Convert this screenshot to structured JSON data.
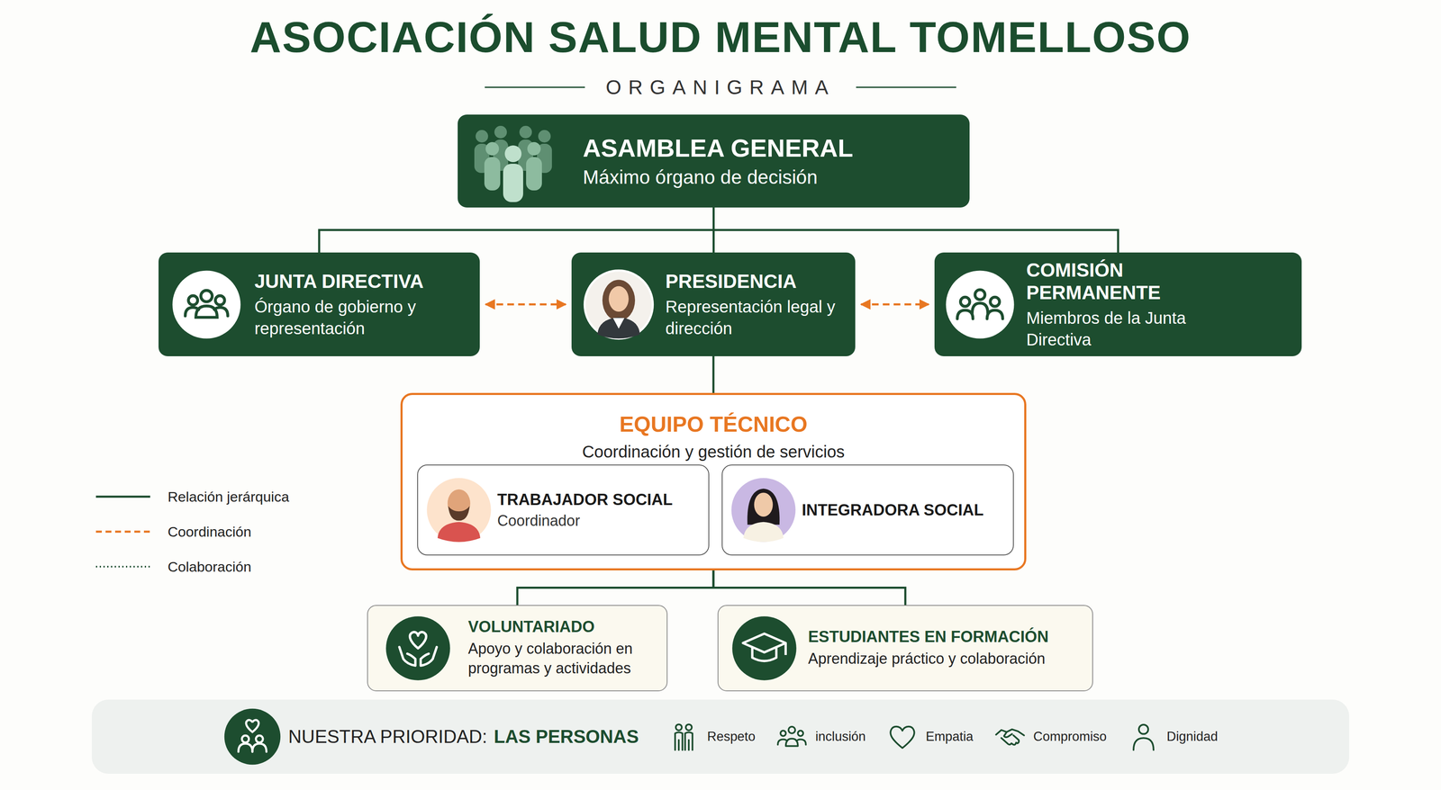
{
  "diagram": {
    "title": "ASOCIACIÓN SALUD MENTAL TOMELLOSO",
    "nodes": [
      {
        "text": [
          "ASAMBLEA GENERAL",
          "Máximo órgano de decisión"
        ]
      },
      {
        "text": [
          "JUNTA DIRECTIVA",
          "Órgano de gobierno y representación"
        ]
      },
      {
        "text": [
          "PRESIDENCIA",
          "Representación legal y dirección"
        ]
      },
      {
        "text": [
          "COMISIÓN PERMANENTE",
          "Miembros de la Junta Directiva"
        ]
      },
      {
        "text": [
          "EQUIPO TÉCNICO",
          "Coordinación y gestión de servicios"
        ]
      },
      {
        "text": [
          "TRABAJADOR SOCIAL",
          "Coordinador"
        ],
        "in": 4
      },
      {
        "text": [
          "INTEGRADORA SOCIAL"
        ],
        "in": 4
      },
      {
        "text": [
          "VOLUNTARIADO",
          "Apoyo y colaboración en programas y actividades"
        ]
      },
      {
        "text": [
          "ESTUDIANTES EN FORMACIÓN",
          "Aprendizaje práctico y colaboración"
        ]
      },
      {
        "text": [
          "NUESTRA PRIORIDAD:",
          "LAS PERSONAS",
          "Respeto",
          "inclusión",
          "Empatia",
          "Compromiso",
          "Dignidad"
        ]
      }
    ],
    "edges": [
      {
        "from": 0,
        "to": 1,
        "arrow": "none"
      },
      {
        "from": 0,
        "to": 2,
        "arrow": "none"
      },
      {
        "from": 0,
        "to": 3,
        "arrow": "none"
      },
      {
        "from": 1,
        "to": 2,
        "arrow": "both"
      },
      {
        "from": 2,
        "to": 3,
        "arrow": "both"
      },
      {
        "from": 2,
        "to": 4,
        "arrow": "none"
      },
      {
        "from": 4,
        "to": 7,
        "arrow": "none"
      },
      {
        "from": 4,
        "to": 8,
        "arrow": "none"
      }
    ],
    "labels": [
      "ORGANIGRAMA"
    ],
    "legend": [
      {
        "text": "Relación jerárquica"
      },
      {
        "text": "Coordinación"
      },
      {
        "text": "Colaboración"
      }
    ]
  }
}
